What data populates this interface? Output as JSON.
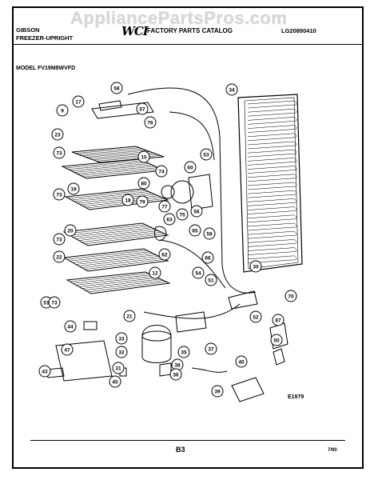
{
  "watermark": "AppliancePartsPros.com",
  "header": {
    "brand": "GIBSON",
    "product": "FREEZER-UPRIGHT",
    "logo": "WCI",
    "catalog": "FACTORY PARTS CATALOG",
    "catalog_number": "LG20890410",
    "model": "MODEL FV19M8WVFD"
  },
  "diagram_code": "E1979",
  "footer": {
    "page": "B3",
    "date": "7/90"
  },
  "callouts": [
    "58",
    "57",
    "76",
    "17",
    "9",
    "23",
    "73",
    "15",
    "73",
    "19",
    "18",
    "20",
    "73",
    "22",
    "51",
    "73",
    "21",
    "12",
    "34",
    "53",
    "60",
    "74",
    "80",
    "77",
    "79",
    "75",
    "63",
    "56",
    "65",
    "59",
    "62",
    "66",
    "54",
    "51",
    "30",
    "70",
    "52",
    "50",
    "87",
    "44",
    "33",
    "32",
    "31",
    "35",
    "37",
    "38",
    "36",
    "40",
    "39",
    "47",
    "43",
    "45"
  ]
}
